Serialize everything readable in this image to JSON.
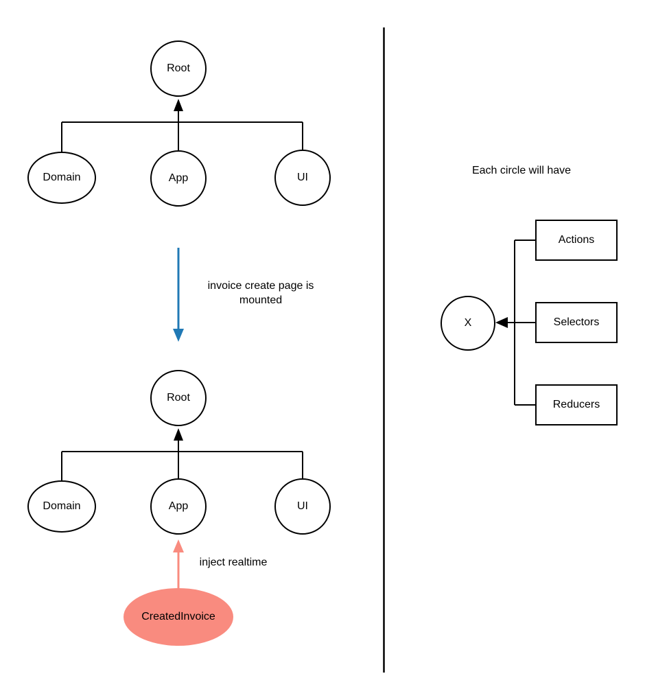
{
  "diagram": {
    "left_panel": {
      "tree_top": {
        "root": "Root",
        "children": {
          "domain": "Domain",
          "app": "App",
          "ui": "UI"
        }
      },
      "transition_label": "invoice create page is\nmounted",
      "tree_bottom": {
        "root": "Root",
        "children": {
          "domain": "Domain",
          "app": "App",
          "ui": "UI"
        }
      },
      "inject_label": "inject realtime",
      "injected_node": "CreatedInvoice"
    },
    "right_panel": {
      "title": "Each circle will have",
      "circle_label": "X",
      "boxes": {
        "actions": "Actions",
        "selectors": "Selectors",
        "reducers": "Reducers"
      }
    },
    "colors": {
      "line": "#000000",
      "transition_arrow_blue": "#2079b5",
      "inject_salmon": "#f98b7f"
    }
  }
}
